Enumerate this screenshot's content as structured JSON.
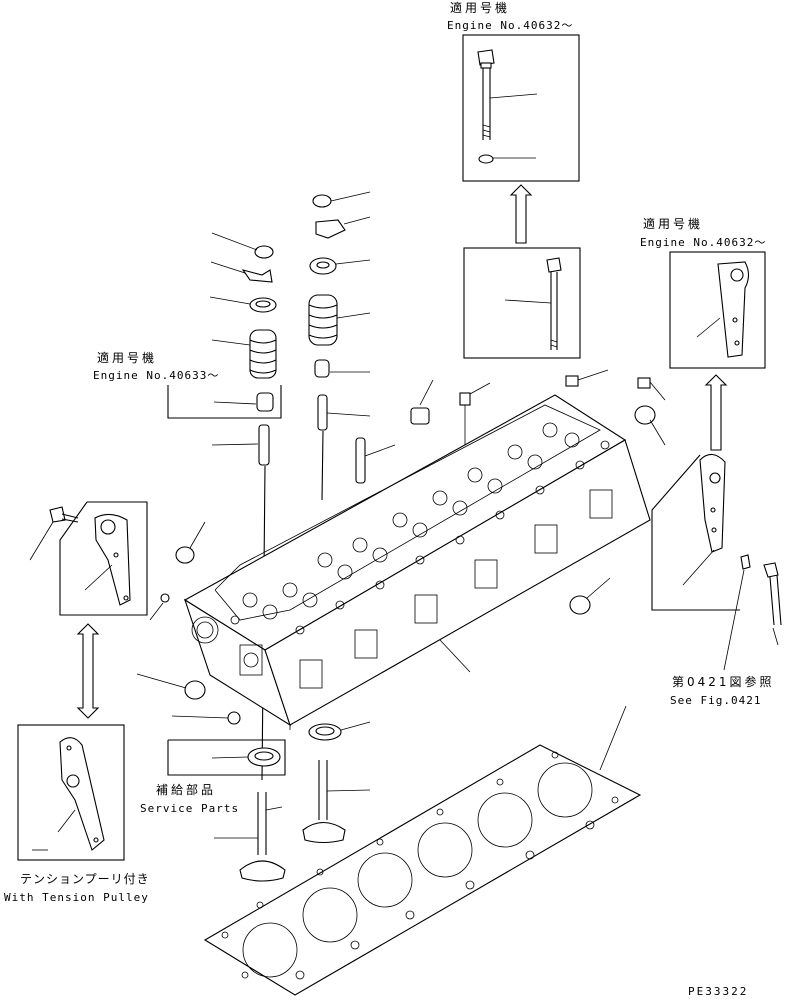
{
  "labels": {
    "applicable_jp_top": "適用号機",
    "engine_top": "Engine No.40632～",
    "applicable_jp_right": "適用号機",
    "engine_right": "Engine No.40632～",
    "applicable_jp_left": "適用号機",
    "engine_left": "Engine No.40633～",
    "see_fig_jp": "第0421図参照",
    "see_fig": "See Fig.0421",
    "service_parts_jp": "補給部品",
    "service_parts": "Service Parts",
    "tension_pulley_jp": "テンションプーリ付き",
    "tension_pulley": "With Tension Pulley",
    "drawing_code": "PE33322"
  }
}
